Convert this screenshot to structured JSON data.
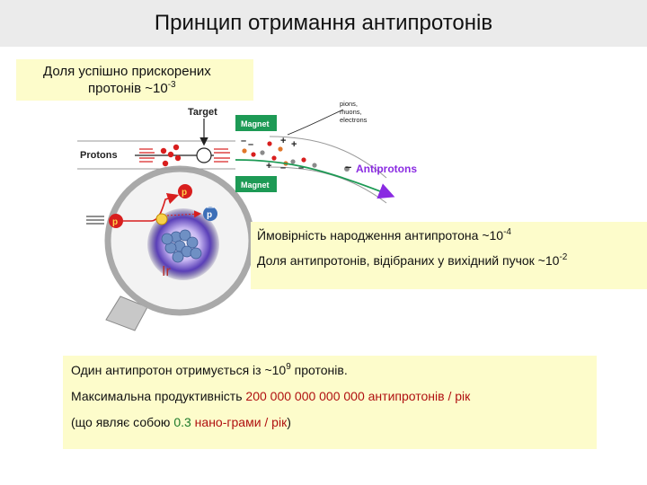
{
  "title": "Принцип отримання антипротонів",
  "box1": {
    "line1": "Доля успішно прискорених",
    "line2_text": "протонів  ~10",
    "line2_exp": "-3"
  },
  "box2": {
    "line1_text": "Ймовірність народження антипротона ~10",
    "line1_exp": "-4",
    "line2_text": "Доля антипротонів, відібраних у вихідний пучок ~10",
    "line2_exp": "-2"
  },
  "box3": {
    "line1_text": "Один антипротон отримується із ~10",
    "line1_exp": "9",
    "line1_tail": " протонів.",
    "line2_text": "Максимальна продуктивність ",
    "line2_value": "200 000 000 000 000 антипротонів / рік",
    "line3_open": "(що являє собою ",
    "line3_value": "0.3",
    "line3_unit": " нано-грами / рік",
    "line3_close": ")"
  },
  "diagram": {
    "target_label": "Target",
    "protons_label": "Protons",
    "magnet_top_label": "Magnet",
    "magnet_bottom_label": "Magnet",
    "secondaries_label_1": "pions,",
    "secondaries_label_2": "muons,",
    "secondaries_label_3": "electrons",
    "antiprotons_label": "Antiprotons",
    "particle_p": "p",
    "particle_pbar": "p",
    "nucleus_label": "Ir"
  },
  "colors": {
    "title_bar": "#ebebeb",
    "box_fill": "#fdfccb",
    "highlight_red": "#b01010",
    "magnet_green": "#1d9a55",
    "antiproton_purple": "#8a2be2",
    "beam_red": "#d81e1e"
  }
}
